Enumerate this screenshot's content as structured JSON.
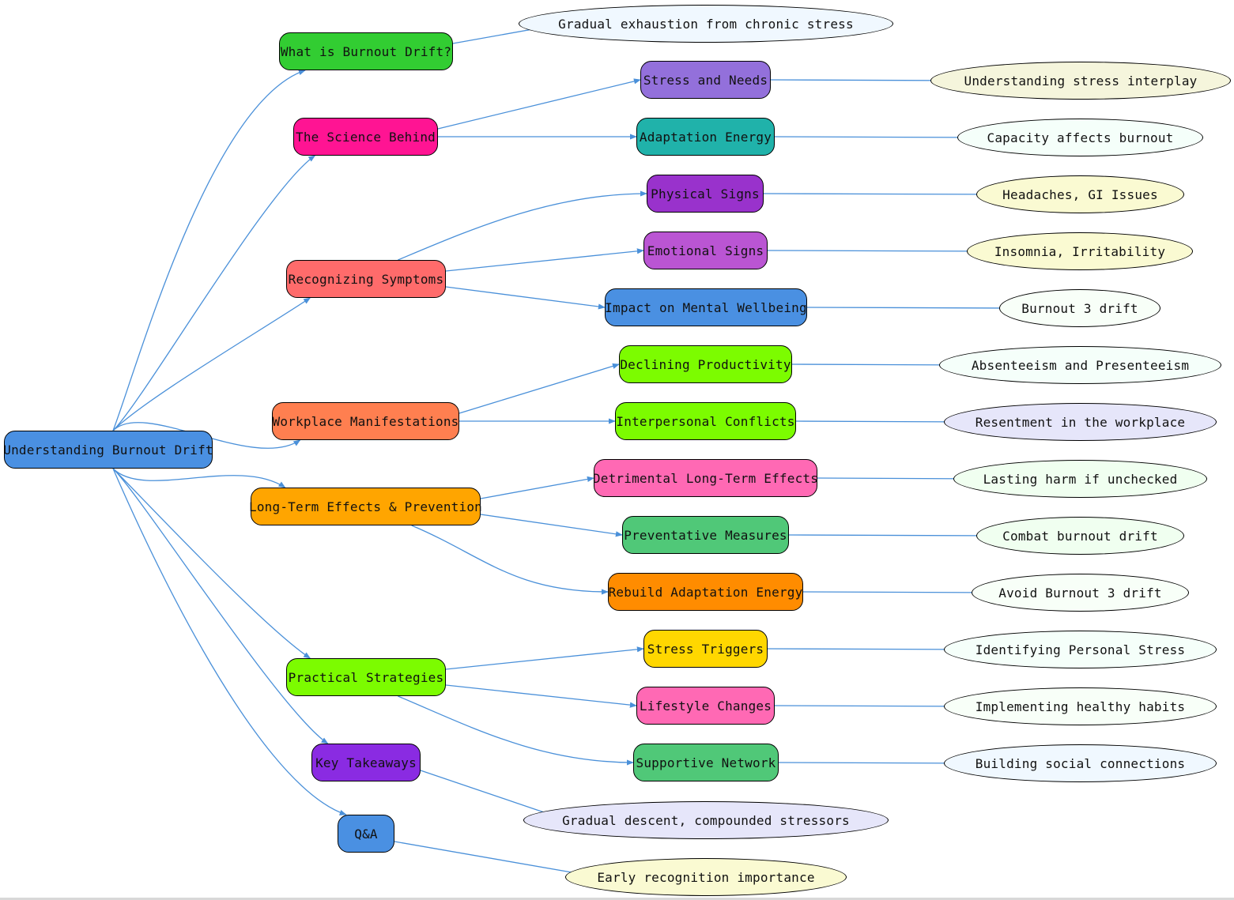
{
  "root": {
    "label": "Understanding Burnout Drift",
    "color": "#4a90e2"
  },
  "sections": [
    {
      "key": "what",
      "label": "What is Burnout Drift?",
      "color": "#32cd32"
    },
    {
      "key": "science",
      "label": "The Science Behind",
      "color": "#ff1493"
    },
    {
      "key": "symptoms",
      "label": "Recognizing Symptoms",
      "color": "#ff6b6b"
    },
    {
      "key": "workplace",
      "label": "Workplace Manifestations",
      "color": "#ff7f50"
    },
    {
      "key": "longterm",
      "label": "Long-Term Effects & Prevention",
      "color": "#ffa500"
    },
    {
      "key": "strategies",
      "label": "Practical Strategies",
      "color": "#7cfc00"
    },
    {
      "key": "takeaways",
      "label": "Key Takeaways",
      "color": "#8a2be2"
    },
    {
      "key": "qa",
      "label": "Q&A",
      "color": "#4a90e2"
    }
  ],
  "topics": [
    {
      "key": "stress_needs",
      "label": "Stress and Needs",
      "color": "#9370db"
    },
    {
      "key": "adaptation",
      "label": "Adaptation Energy",
      "color": "#20b2aa"
    },
    {
      "key": "physical",
      "label": "Physical Signs",
      "color": "#9932cc"
    },
    {
      "key": "emotional",
      "label": "Emotional Signs",
      "color": "#ba55d3"
    },
    {
      "key": "impact",
      "label": "Impact on Mental Wellbeing",
      "color": "#4a90e2"
    },
    {
      "key": "productivity",
      "label": "Declining Productivity",
      "color": "#7cfc00"
    },
    {
      "key": "conflicts",
      "label": "Interpersonal Conflicts",
      "color": "#7cfc00"
    },
    {
      "key": "detrimental",
      "label": "Detrimental Long-Term Effects",
      "color": "#ff69b4"
    },
    {
      "key": "preventative",
      "label": "Preventative Measures",
      "color": "#50c878"
    },
    {
      "key": "rebuild",
      "label": "Rebuild Adaptation Energy",
      "color": "#ff8c00"
    },
    {
      "key": "triggers",
      "label": "Stress Triggers",
      "color": "#ffd700"
    },
    {
      "key": "lifestyle",
      "label": "Lifestyle Changes",
      "color": "#ff69b4"
    },
    {
      "key": "network",
      "label": "Supportive Network",
      "color": "#50c878"
    }
  ],
  "details": [
    {
      "key": "d_what",
      "label": "Gradual exhaustion from chronic stress",
      "color": "#f0f8ff"
    },
    {
      "key": "d_stress",
      "label": "Understanding stress interplay",
      "color": "#f5f5dc"
    },
    {
      "key": "d_capacity",
      "label": "Capacity affects burnout",
      "color": "#f5fffa"
    },
    {
      "key": "d_headaches",
      "label": "Headaches, GI Issues",
      "color": "#fafad2"
    },
    {
      "key": "d_insomnia",
      "label": "Insomnia, Irritability",
      "color": "#fafad2"
    },
    {
      "key": "d_burnout3",
      "label": "Burnout 3 drift",
      "color": "#f8fff8"
    },
    {
      "key": "d_absent",
      "label": "Absenteeism and Presenteeism",
      "color": "#f5fffa"
    },
    {
      "key": "d_resent",
      "label": "Resentment in the workplace",
      "color": "#e6e6fa"
    },
    {
      "key": "d_lasting",
      "label": "Lasting harm if unchecked",
      "color": "#f0fff0"
    },
    {
      "key": "d_combat",
      "label": "Combat burnout drift",
      "color": "#f0fff0"
    },
    {
      "key": "d_avoid",
      "label": "Avoid Burnout 3 drift",
      "color": "#f8fff8"
    },
    {
      "key": "d_identify",
      "label": "Identifying Personal Stress",
      "color": "#f5fffa"
    },
    {
      "key": "d_habits",
      "label": "Implementing healthy habits",
      "color": "#f8fff8"
    },
    {
      "key": "d_social",
      "label": "Building social connections",
      "color": "#f0f8ff"
    },
    {
      "key": "d_gradual",
      "label": "Gradual descent, compounded stressors",
      "color": "#e6e6fa"
    },
    {
      "key": "d_early",
      "label": "Early recognition importance",
      "color": "#fafad2"
    }
  ],
  "edges": [
    [
      "root",
      "what"
    ],
    [
      "root",
      "science"
    ],
    [
      "root",
      "symptoms"
    ],
    [
      "root",
      "workplace"
    ],
    [
      "root",
      "longterm"
    ],
    [
      "root",
      "strategies"
    ],
    [
      "root",
      "takeaways"
    ],
    [
      "root",
      "qa"
    ],
    [
      "what",
      "d_what"
    ],
    [
      "science",
      "stress_needs"
    ],
    [
      "science",
      "adaptation"
    ],
    [
      "stress_needs",
      "d_stress"
    ],
    [
      "adaptation",
      "d_capacity"
    ],
    [
      "symptoms",
      "physical"
    ],
    [
      "symptoms",
      "emotional"
    ],
    [
      "symptoms",
      "impact"
    ],
    [
      "physical",
      "d_headaches"
    ],
    [
      "emotional",
      "d_insomnia"
    ],
    [
      "impact",
      "d_burnout3"
    ],
    [
      "workplace",
      "productivity"
    ],
    [
      "workplace",
      "conflicts"
    ],
    [
      "productivity",
      "d_absent"
    ],
    [
      "conflicts",
      "d_resent"
    ],
    [
      "longterm",
      "detrimental"
    ],
    [
      "longterm",
      "preventative"
    ],
    [
      "longterm",
      "rebuild"
    ],
    [
      "detrimental",
      "d_lasting"
    ],
    [
      "preventative",
      "d_combat"
    ],
    [
      "rebuild",
      "d_avoid"
    ],
    [
      "strategies",
      "triggers"
    ],
    [
      "strategies",
      "lifestyle"
    ],
    [
      "strategies",
      "network"
    ],
    [
      "triggers",
      "d_identify"
    ],
    [
      "lifestyle",
      "d_habits"
    ],
    [
      "network",
      "d_social"
    ],
    [
      "takeaways",
      "d_gradual"
    ],
    [
      "qa",
      "d_early"
    ]
  ],
  "edge_color": "#4a90d9"
}
